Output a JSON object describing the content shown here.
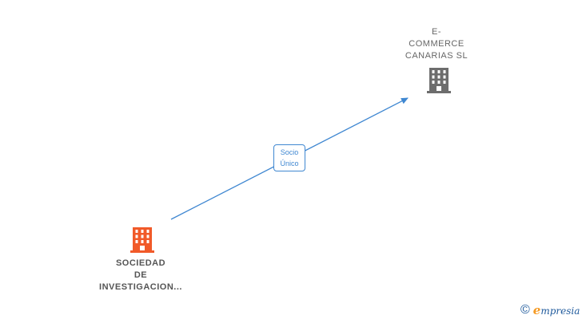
{
  "nodes": {
    "top": {
      "label": "E-\nCOMMERCE\nCANARIAS  SL",
      "icon": "building-icon",
      "color": "#6d6d6d"
    },
    "bottom": {
      "label": "SOCIEDAD\nDE\nINVESTIGACION...",
      "icon": "building-icon",
      "color": "#f15a29"
    }
  },
  "edge": {
    "line1": "Socio",
    "line2": "Único",
    "color": "#3f87d1"
  },
  "footer": {
    "copyright_symbol": "©",
    "brand_first": "e",
    "brand_rest": "mpresia"
  }
}
